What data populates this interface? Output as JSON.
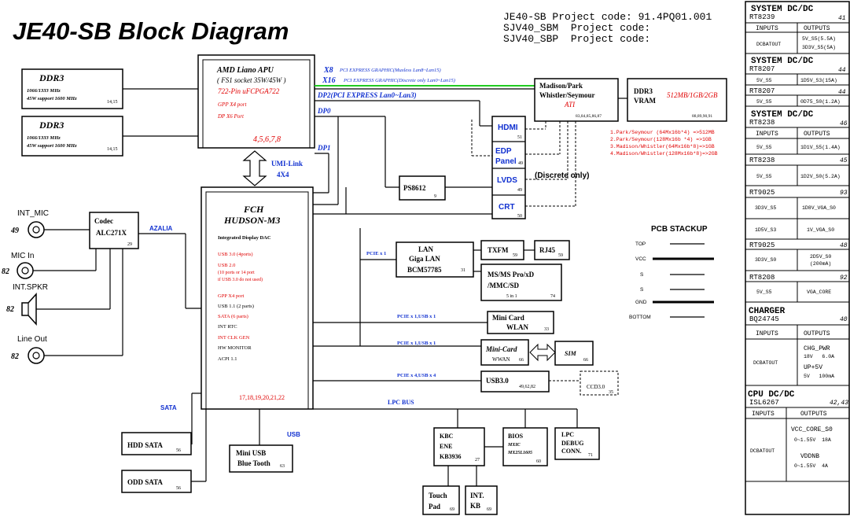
{
  "title": "JE40-SB Block Diagram",
  "project": {
    "line1": "JE40-SB Project code: 91.4PQ01.001",
    "line2": "SJV40_SBM  Project code:",
    "line3": "SJV40_SBP  Project code:"
  },
  "ddr_top": {
    "title": "DDR3",
    "line1": "1066/1333 MHz",
    "line2": "45W support 1600 MHz",
    "page": "14,15"
  },
  "ddr_bot": {
    "title": "DDR3",
    "line1": "1066/1333 MHz",
    "line2": "45W support 1600 MHz",
    "page": "14,15"
  },
  "apu": {
    "name": "AMD Liano APU",
    "socket": "( FS1 socket 35W/45W )",
    "pin": "722-Pin uFCPGA722",
    "gpp": "GPP X4 port",
    "dp": "DP X6 Port",
    "pages": "4,5,6,7,8"
  },
  "links": {
    "x8": "X8",
    "x8_desc": "PCI EXPRESS GRAPHIC(Muxless Lan8~Lan15)",
    "x16": "X16",
    "x16_desc": "PCI EXPRESS GRAPHIC(Discrete only Lan0~Lan15)",
    "dp2": "DP2(PCI EXPRESS Lan0~Lan3)",
    "dp0": "DP0",
    "dp1": "DP1",
    "umi1": "UMI-Link",
    "umi2": "4X4",
    "azalia": "AZALIA",
    "sata": "SATA",
    "usb": "USB",
    "lpc": "LPC BUS",
    "pcie1": "PCIE x 1",
    "pcie_usb1": "PCIE x 1,USB x 1",
    "pcie_usb2": "PCIE x 1,USB x 1",
    "pcie_usb4": "PCIE x 4,USB x 4"
  },
  "gpu": {
    "l1": "Madison/Park",
    "l2": "Whistler/Seymour",
    "l3": "ATI",
    "pages": "83,84,85,86,87"
  },
  "vram": {
    "l1": "DDR3",
    "l2": "VRAM",
    "size": "512MB/1GB/2GB",
    "pages": "88,89,90,91"
  },
  "vram_notes": [
    "1.Park/Seymour (64Mx16b*4) =>512MB",
    "2.Park/Seymour(128Mx16b *4) =>1GB",
    "3.Madison/Whistler(64Mx16b*8)=>1GB",
    "4.Madison/Whistler(128Mx16b*8)=>2GB"
  ],
  "hdmi": {
    "label": "HDMI",
    "page": "51"
  },
  "edp": {
    "l1": "EDP",
    "l2": "Panel",
    "page": "49"
  },
  "lvds": {
    "label": "LVDS",
    "page": "49"
  },
  "crt": {
    "label": "CRT",
    "page": "50"
  },
  "discrete": "(Discrete only)",
  "ps8612": {
    "label": "PS8612",
    "page": "9"
  },
  "fch": {
    "l1": "FCH",
    "l2": "HUDSON-M3",
    "dac": "Integrated Display DAC",
    "f1": "USB 3.0 (4ports)",
    "f2": "USB 2.0",
    "f3": "(10 ports or 14 port",
    "f4": "if USB 3.0 do not used)",
    "f5": "GPP X4 port",
    "f6": "USB 1.1 (2 parts)",
    "f7": "SATA (6 parts)",
    "f8": "INT RTC",
    "f9": "INT CLK GEN",
    "f10": "HW MONITOR",
    "f11": "ACPI 1.1",
    "pages": "17,18,19,20,21,22"
  },
  "codec": {
    "l1": "Codec",
    "l2": "ALC271X",
    "page": "29"
  },
  "audio": {
    "int_mic": "INT_MIC",
    "int_mic_page": "49",
    "mic_in": "MIC In",
    "mic_in_page": "82",
    "spkr": "INT.SPKR",
    "spkr_page": "82",
    "line_out": "Line Out",
    "line_out_page": "82"
  },
  "lan": {
    "l1": "LAN",
    "l2": "Giga LAN",
    "l3": "BCM57785",
    "page": "31"
  },
  "txfm": {
    "label": "TXFM",
    "page": "59"
  },
  "rj45": {
    "label": "RJ45",
    "page": "59"
  },
  "cardreader": {
    "l1": "MS/MS Pro/xD",
    "l2": "/MMC/SD",
    "l3": "5 in 1",
    "page": "74"
  },
  "wlan": {
    "l1": "Mini Card",
    "l2": "WLAN",
    "page": "33"
  },
  "wwan": {
    "l1": "Mini-Card",
    "l2": "WWAN",
    "page": "66"
  },
  "sim": {
    "label": "SIM",
    "page": "66"
  },
  "usb3": {
    "label": "USB3.0",
    "page": "49,62,82"
  },
  "ccd": {
    "label": "CCD3.0",
    "page": "35"
  },
  "kbc": {
    "l1": "KBC",
    "l2": "ENE",
    "l3": "KB3936",
    "page": "27"
  },
  "bios": {
    "l1": "BIOS",
    "l2": "MXIC",
    "l3": "MX25L1605",
    "page": "60"
  },
  "lpcdebug": {
    "l1": "LPC",
    "l2": "DEBUG",
    "l3": "CONN.",
    "page": "71"
  },
  "touchpad": {
    "l1": "Touch",
    "l2": "Pad",
    "page": "69"
  },
  "intkb": {
    "l1": "INT.",
    "l2": "KB",
    "page": "69"
  },
  "hdd": {
    "label": "HDD SATA",
    "page": "56"
  },
  "odd": {
    "label": "ODD SATA",
    "page": "56"
  },
  "miniusb": {
    "l1": "Mini USB",
    "l2": "Blue Tooth",
    "page": "63"
  },
  "stackup": {
    "title": "PCB STACKUP",
    "layers": [
      "TOP",
      "VCC",
      "S",
      "S",
      "GND",
      "BOTTOM"
    ]
  },
  "power": {
    "s1": {
      "title": "SYSTEM DC/DC",
      "chip": "RT8239",
      "page": "41",
      "in_h": "INPUTS",
      "out_h": "OUTPUTS",
      "in": "DCBATOUT",
      "out1": "5V_S5(5.5A)",
      "out2": "3D3V_S5(5A)"
    },
    "s2": {
      "title": "SYSTEM DC/DC",
      "chip": "RT8207",
      "page": "44",
      "in": "5V_S5",
      "out": "1D5V_S3(15A)",
      "chip2": "RT8207",
      "page2": "44",
      "in2": "5V_S5",
      "out2": "0D75_S0(1.2A)"
    },
    "s3": {
      "title": "SYSTEM DC/DC",
      "chip": "RT8238",
      "page": "46",
      "in_h": "INPUTS",
      "out_h": "OUTPUTS",
      "in": "5V_S5",
      "out": "1D1V_S5(1.4A)",
      "chip2": "RT8238",
      "page2": "45",
      "in2": "5V_S5",
      "out2": "1D2V_S0(5.2A)"
    },
    "s4": {
      "chip": "RT9025",
      "page": "93",
      "in1": "3D3V_S5",
      "out1": "1D8V_VGA_S0",
      "in2": "1D5V_S3",
      "out2": "1V_VGA_S0"
    },
    "s5": {
      "chip": "RT9025",
      "page": "48",
      "in": "3D3V_S0",
      "out1": "2D5V_S0",
      "out2": "(200mA)"
    },
    "s6": {
      "chip": "RT8208",
      "page": "92",
      "in": "5V_S5",
      "out": "VGA_CORE"
    },
    "charger": {
      "title": "CHARGER",
      "chip": "BQ24745",
      "page": "40",
      "in_h": "INPUTS",
      "out_h": "OUTPUTS",
      "in": "DCBATOUT",
      "o1": "CHG_PWR",
      "o2": "18V   6.0A",
      "o3": "UP+5V",
      "o4": "5V   100mA"
    },
    "cpu": {
      "title": "CPU DC/DC",
      "chip": "ISL6267",
      "page": "42,43",
      "in_h": "INPUTS",
      "out_h": "OUTPUTS",
      "in": "DCBATOUT",
      "o1": "VCC_CORE_S0",
      "o2": "0~1.55V  18A",
      "o3": "VDDNB",
      "o4": "0~1.55V  4A"
    }
  },
  "colors": {
    "red": "#e00000",
    "blue": "#1030d0",
    "green": "#22cc22"
  }
}
